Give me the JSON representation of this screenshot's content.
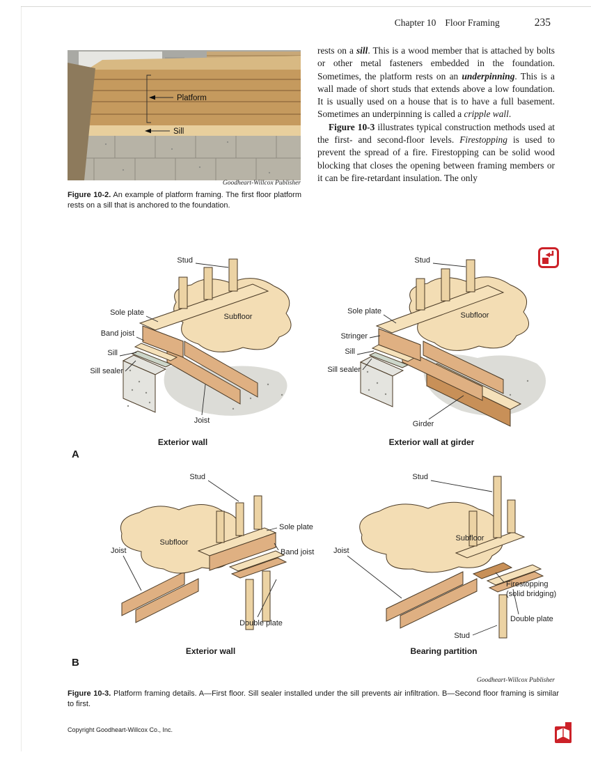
{
  "header": {
    "chapter": "Chapter 10",
    "section": "Floor Framing",
    "page_number": "235"
  },
  "colors": {
    "accent_red": "#cc2128",
    "wood_light": "#f5e1ba",
    "wood_mid": "#dfb082",
    "concrete_gray": "#e4e4df",
    "text": "#1a1a1a"
  },
  "icons": {
    "interactive_content": "red-launch-arrow-badge",
    "publisher_logo": "gw-red-book-logo"
  },
  "fig2": {
    "photo": {
      "platform": "Platform",
      "sill": "Sill"
    },
    "credit": "Goodheart-Willcox Publisher",
    "caption": {
      "lead": "Figure 10-2.",
      "rest": " An example of platform framing. The first floor platform rests on a sill that is anchored to the foundation."
    }
  },
  "body": {
    "p1": {
      "runs": [
        "rests on a ",
        "sill",
        ". This is a wood member that is attached by bolts or other metal fasteners embedded in the foundation. Sometimes, the platform rests on an ",
        "underpinning",
        ". This is a wall made of short studs that extends above a low foundation. It is usually used on a house that is to have a full basement. Sometimes an underpinning is called a ",
        "cripple wall",
        "."
      ]
    },
    "p2": {
      "runs": [
        "Figure 10-3",
        " illustrates typical construction methods used at the first- and second-floor levels. ",
        "Firestopping",
        " is used to prevent the spread of a fire. Firestopping can be solid wood blocking that closes the opening between framing members or it can be fire-retardant insulation. The only"
      ]
    }
  },
  "fig3": {
    "section_a": "A",
    "section_b": "B",
    "a1": {
      "caption": "Exterior wall",
      "labels": {
        "stud": "Stud",
        "sole_plate": "Sole plate",
        "band_joist": "Band joist",
        "sill": "Sill",
        "sill_sealer": "Sill sealer",
        "joist": "Joist",
        "subfloor": "Subfloor"
      }
    },
    "a2": {
      "caption": "Exterior wall at girder",
      "labels": {
        "stud": "Stud",
        "sole_plate": "Sole plate",
        "subfloor": "Subfloor",
        "stringer": "Stringer",
        "sill": "Sill",
        "sill_sealer": "Sill sealer",
        "girder": "Girder"
      }
    },
    "b1": {
      "caption": "Exterior wall",
      "labels": {
        "stud": "Stud",
        "subfloor": "Subfloor",
        "sole_plate": "Sole plate",
        "band_joist": "Band joist",
        "joist": "Joist",
        "double_plate": "Double plate"
      }
    },
    "b2": {
      "caption": "Bearing partition",
      "labels": {
        "stud_top": "Stud",
        "subfloor": "Subfloor",
        "joist": "Joist",
        "firestopping_line1": "Firestopping",
        "firestopping_line2": "(solid bridging)",
        "double_plate": "Double plate",
        "stud_bottom": "Stud"
      }
    },
    "credit": "Goodheart-Willcox Publisher",
    "caption": {
      "lead": "Figure 10-3.",
      "rest": " Platform framing details. A—First floor. Sill sealer installed under the sill prevents air infiltration. B—Second floor framing is similar to first."
    }
  },
  "footer": {
    "copyright": "Copyright Goodheart-Willcox Co., Inc."
  }
}
